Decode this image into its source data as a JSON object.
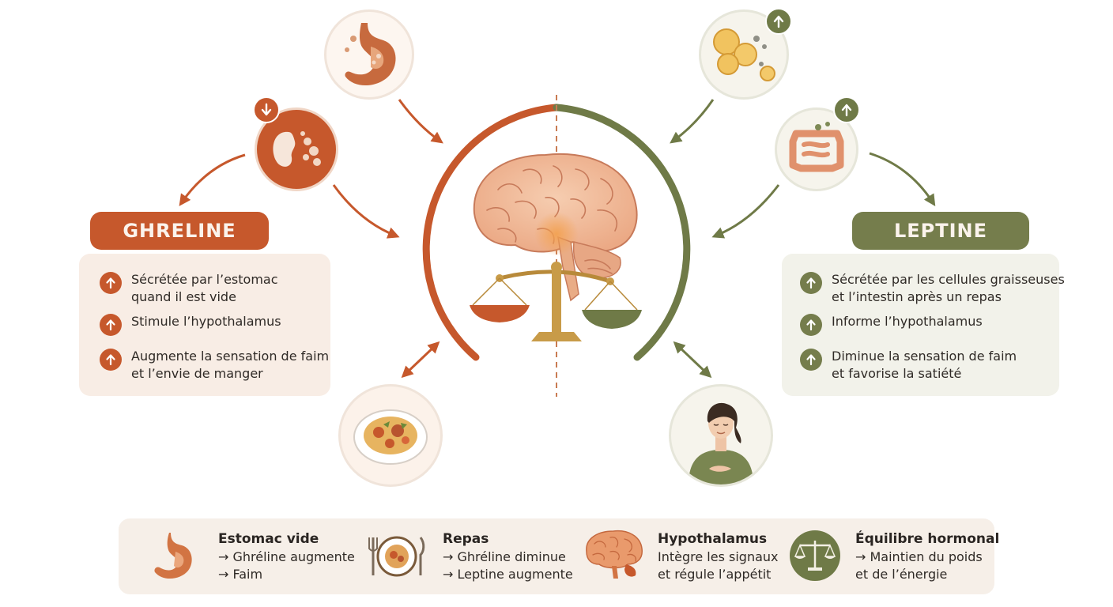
{
  "ghreline": {
    "title": "GHRELINE",
    "items": [
      {
        "lines": [
          "Sécrétée par l’estomac",
          "quand il est vide"
        ]
      },
      {
        "lines": [
          "Stimule l’hypothalamus"
        ]
      },
      {
        "lines": [
          "Augmente la sensation de faim",
          "et l’envie de manger"
        ]
      }
    ]
  },
  "leptine": {
    "title": "LEPTINE",
    "items": [
      {
        "lines": [
          "Sécrétée par les cellules graisseuses",
          "et l’intestin après un repas"
        ]
      },
      {
        "lines": [
          "Informe l’hypothalamus"
        ]
      },
      {
        "lines": [
          "Diminue la sensation de faim",
          "et favorise la satiété"
        ]
      }
    ]
  },
  "bottom": {
    "steps": [
      {
        "title": "Estomac vide",
        "lines": [
          "→ Ghréline augmente",
          "→ Faim"
        ]
      },
      {
        "title": "Repas",
        "lines": [
          "→ Ghréline diminue",
          "→ Leptine augmente"
        ]
      },
      {
        "title": "Hypothalamus",
        "lines": [
          "Intègre les signaux",
          "et régule l’appétit"
        ]
      },
      {
        "title": "Équilibre hormonal",
        "lines": [
          "→ Maintien du poids",
          "et de l’énergie"
        ]
      }
    ]
  },
  "colors": {
    "ghreline": "#c6582c",
    "leptine": "#757d4c",
    "ghreline_panel": "#f8ede5",
    "leptine_panel": "#f2f2ea",
    "bottom_bar": "#f6efe8"
  },
  "icons": {
    "item_badge": "arrow-up-icon",
    "kidney_badge": "arrow-down-icon",
    "fat_cells_badge": "arrow-up-icon",
    "intestine_badge": "arrow-up-icon"
  }
}
